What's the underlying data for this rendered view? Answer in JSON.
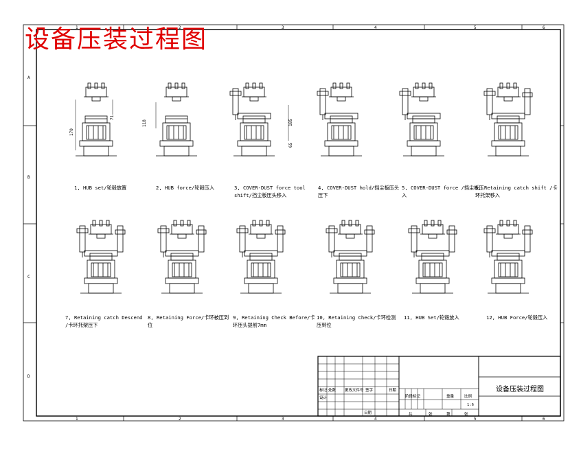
{
  "title": "设备压装过程图",
  "steps": [
    {
      "caption": "1, HUB set/轮毂放置",
      "dims": [
        "170",
        "71"
      ]
    },
    {
      "caption": "2, HUB force/轮毂压入",
      "dims": [
        "118"
      ]
    },
    {
      "caption": "3, COVER-DUST force tool shift/挡尘板压头移入",
      "dims": [
        "105",
        "65"
      ]
    },
    {
      "caption": "4, COVER-DUST hold/挡尘板压头压下",
      "dims": []
    },
    {
      "caption": "5, COVER-DUST force /挡尘板压入",
      "dims": []
    },
    {
      "caption": "6, Retaining catch shift /卡环托架移入",
      "dims": []
    },
    {
      "caption": "7, Retaining catch Descend /卡环托架压下",
      "dims": []
    },
    {
      "caption": "8, Retaining Force/卡环被压到位",
      "dims": []
    },
    {
      "caption": "9, Retaining Check Before/卡环压头提前7mm",
      "dims": []
    },
    {
      "caption": "10, Retaining Check/卡环检测压到位",
      "dims": []
    },
    {
      "caption": "11, HUB Set/轮毂放入",
      "dims": []
    },
    {
      "caption": "12, HUB Force/轮毂压入",
      "dims": []
    }
  ],
  "zones": {
    "columns": [
      "1",
      "2",
      "3",
      "4",
      "5",
      "6"
    ],
    "rows": [
      "A",
      "B",
      "C",
      "D"
    ]
  },
  "title_block": {
    "drawing_title": "设备压装过程图",
    "scale": "1:6",
    "labels": [
      "标记",
      "处数",
      "更改文件号",
      "签字",
      "日期",
      "设计",
      "阶段标记",
      "重量",
      "比例",
      "共",
      "张",
      "第",
      "张",
      "日期"
    ]
  }
}
